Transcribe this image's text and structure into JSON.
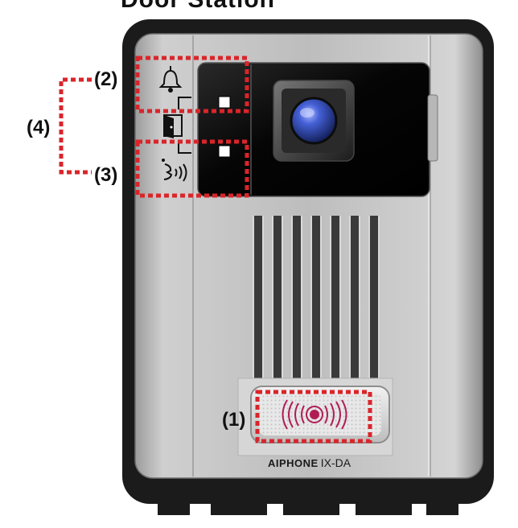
{
  "title": "Door Station",
  "device": {
    "brand": "AIPHONE",
    "model": "IX-DA"
  },
  "callouts": [
    {
      "id": "1",
      "label": "(1)"
    },
    {
      "id": "2",
      "label": "(2)"
    },
    {
      "id": "3",
      "label": "(3)"
    },
    {
      "id": "4",
      "label": "(4)"
    }
  ],
  "icons": [
    "bell-icon",
    "door-icon",
    "talk-icon",
    "call-button-wave-icon"
  ],
  "colors": {
    "highlight": "#d9252a",
    "body": "#1a1a1a",
    "faceplate": "#bcbcbc",
    "lens": "#3a55c8",
    "call_button_glow": "#c0205a"
  },
  "speaker_slots": 7
}
